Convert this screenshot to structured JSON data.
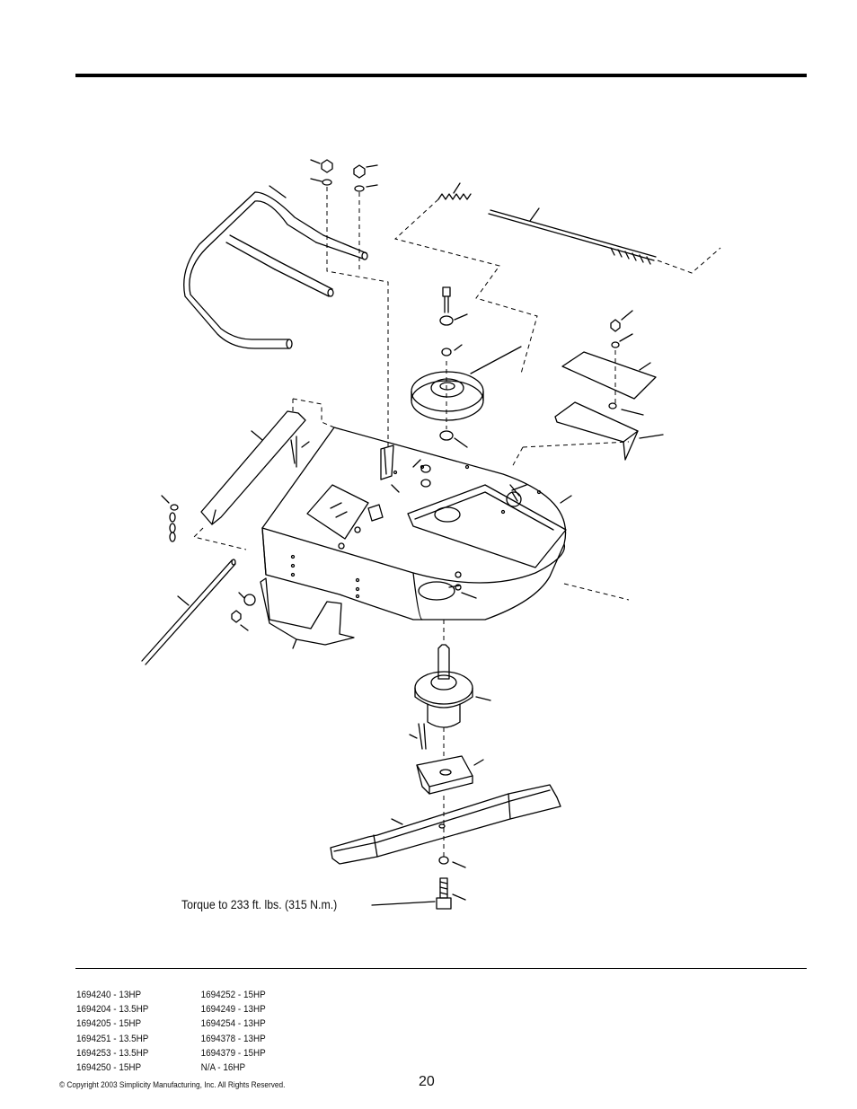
{
  "torque_note": "Torque to 233 ft. lbs. (315 N.m.)",
  "models": {
    "left": [
      "1694240 - 13HP",
      "1694204 - 13.5HP",
      "1694205 - 15HP",
      "1694251 - 13.5HP",
      "1694253 - 13.5HP",
      "1694250 - 15HP"
    ],
    "right": [
      "1694252 - 15HP",
      "1694249 - 13HP",
      "1694254 - 13HP",
      "1694378 - 13HP",
      "1694379 - 15HP",
      "N/A - 16HP"
    ]
  },
  "copyright": "© Copyright 2003 Simplicity Manufacturing, Inc. All Rights Reserved.",
  "page_number": "20"
}
